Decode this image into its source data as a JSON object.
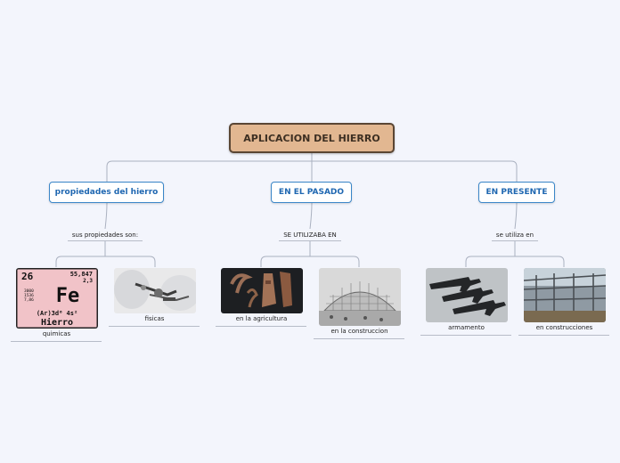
{
  "root": {
    "label": "APLICACION DEL HIERRO"
  },
  "branches": [
    {
      "label": "propiedades del hierro",
      "sub_label": "sus propiedades son:",
      "leaves": [
        {
          "label": "quimicas",
          "image": "iron-element-tile"
        },
        {
          "label": "fisicas",
          "image": "metal-tools-photo"
        }
      ]
    },
    {
      "label": "EN EL PASADO",
      "sub_label": "SE UTILIZABA EN",
      "leaves": [
        {
          "label": "en la agricultura",
          "image": "ancient-iron-tools-photo"
        },
        {
          "label": "en la construccion",
          "image": "iron-building-engraving"
        }
      ]
    },
    {
      "label": "EN PRESENTE",
      "sub_label": "se utiliza en",
      "leaves": [
        {
          "label": "armamento",
          "image": "rifles-photo"
        },
        {
          "label": "en construcciones",
          "image": "steel-structure-photo"
        }
      ]
    }
  ],
  "element_tile": {
    "atomic_number": "26",
    "atomic_mass": "55,847",
    "oxidation": "2,3",
    "properties": [
      "3000",
      "1536",
      "7,86"
    ],
    "symbol": "Fe",
    "config": "(Ar)3d⁶ 4s²",
    "name": "Hierro"
  },
  "colors": {
    "root_fill": "#e2b791",
    "root_border": "#5a4634",
    "branch_border": "#3a86c8",
    "branch_text": "#1f67b1",
    "connector": "#aab1c0",
    "background": "#f3f5fc"
  }
}
